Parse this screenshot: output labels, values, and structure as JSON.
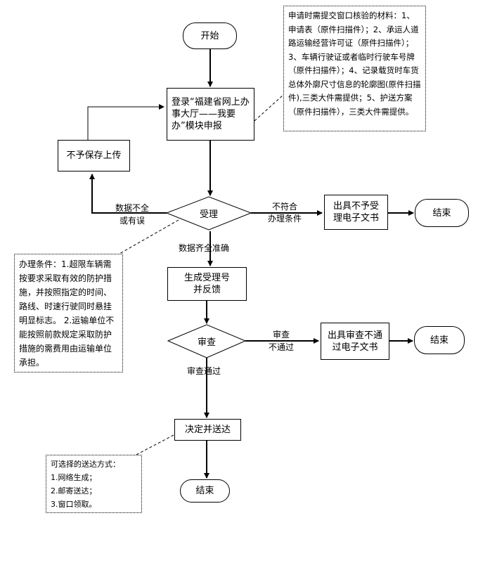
{
  "nodes": {
    "start": "开始",
    "login": "登录“福建省网上办事大厅——我要办”模块申报",
    "no_save": "不予保存上传",
    "accept": "受理",
    "no_accept_doc": "出具不予受理电子文书",
    "end1": "结束",
    "gen_number": "生成受理号并反馈",
    "review": "审查",
    "review_fail_doc": "出具审查不通过电子文书",
    "end2": "结束",
    "decide": "决定并送达",
    "end3": "结束"
  },
  "edge_labels": {
    "incomplete_1": "数据不全",
    "incomplete_2": "或有误",
    "not_meet_1": "不符合",
    "not_meet_2": "办理条件",
    "complete": "数据齐全准确",
    "review_fail_1": "审查",
    "review_fail_2": "不通过",
    "review_pass": "审查通过"
  },
  "notes": {
    "materials": "申请时需提交窗口核验的材料：1、申请表（原件扫描件）；2、承运人道路运输经营许可证（原件扫描件）；3、车辆行驶证或者临时行驶车号牌（原件扫描件）；4、记录载货时车货总体外廓尺寸信息的轮廓图(原件扫描件),三类大件需提供；5、护送方案（原件扫描件），三类大件需提供。",
    "conditions": "办理条件：1.超限车辆需按要求采取有效的防护措施，并按照指定的时间、路线、时速行驶同时悬挂明显标志。 2.运输单位不能按照前款规定采取防护措施的需费用由运输单位承担。",
    "delivery_title": "可选择的送达方式：",
    "delivery_items": [
      "1.网络生成；",
      "2.邮寄送达；",
      "3.窗口领取。"
    ]
  }
}
